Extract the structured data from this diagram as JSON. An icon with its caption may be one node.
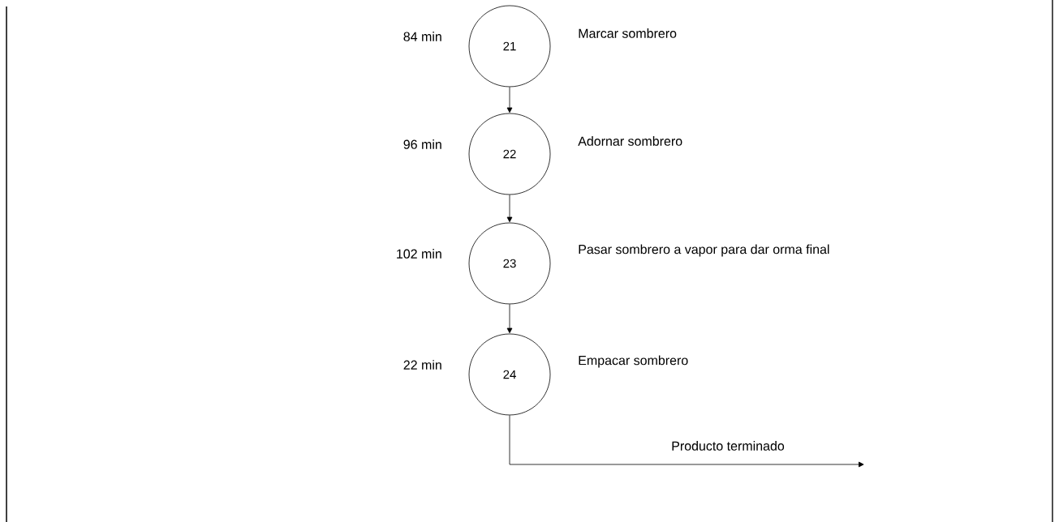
{
  "diagram": {
    "nodes": [
      {
        "text": [
          "21"
        ],
        "beside": [
          "84 min",
          "Marcar sombrero"
        ]
      },
      {
        "text": [
          "22"
        ],
        "beside": [
          "96 min",
          "Adornar sombrero"
        ]
      },
      {
        "text": [
          "23"
        ],
        "beside": [
          "102 min",
          "Pasar sombrero a vapor para dar orma final"
        ]
      },
      {
        "text": [
          "24"
        ],
        "beside": [
          "22 min",
          "Empacar sombrero"
        ]
      }
    ],
    "edges": [
      {
        "from": 0,
        "to": 1,
        "arrow": "to"
      },
      {
        "from": 1,
        "to": 2,
        "arrow": "to"
      },
      {
        "from": 2,
        "to": 3,
        "arrow": "to"
      },
      {
        "from": 3,
        "to": null,
        "arrow": "to",
        "label": "Producto terminado"
      }
    ]
  }
}
